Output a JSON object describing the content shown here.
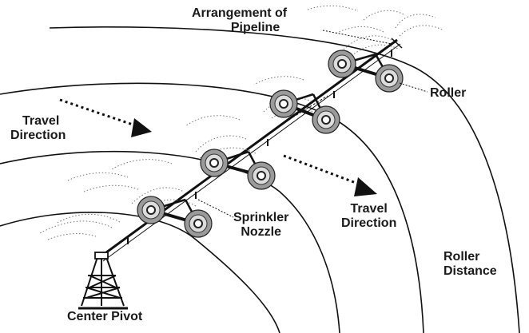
{
  "labels": {
    "pipeline_line1": "Arrangement of",
    "pipeline_line2": "Pipeline",
    "roller": "Roller",
    "travel_left_line1": "Travel",
    "travel_left_line2": "Direction",
    "sprinkler_line1": "Sprinkler",
    "sprinkler_line2": "Nozzle",
    "travel_right_line1": "Travel",
    "travel_right_line2": "Direction",
    "roller_distance_line1": "Roller",
    "roller_distance_line2": "Distance",
    "center_pivot": "Center Pivot"
  },
  "colors": {
    "line": "#111111",
    "wheel_outer": "#9a9a9a",
    "wheel_ring": "#dcdcdc",
    "spray": "#777777"
  },
  "icons": [
    "center-pivot-tower-icon",
    "roller-wheel-icon",
    "sprinkler-nozzle-icon",
    "travel-arrow-icon"
  ]
}
